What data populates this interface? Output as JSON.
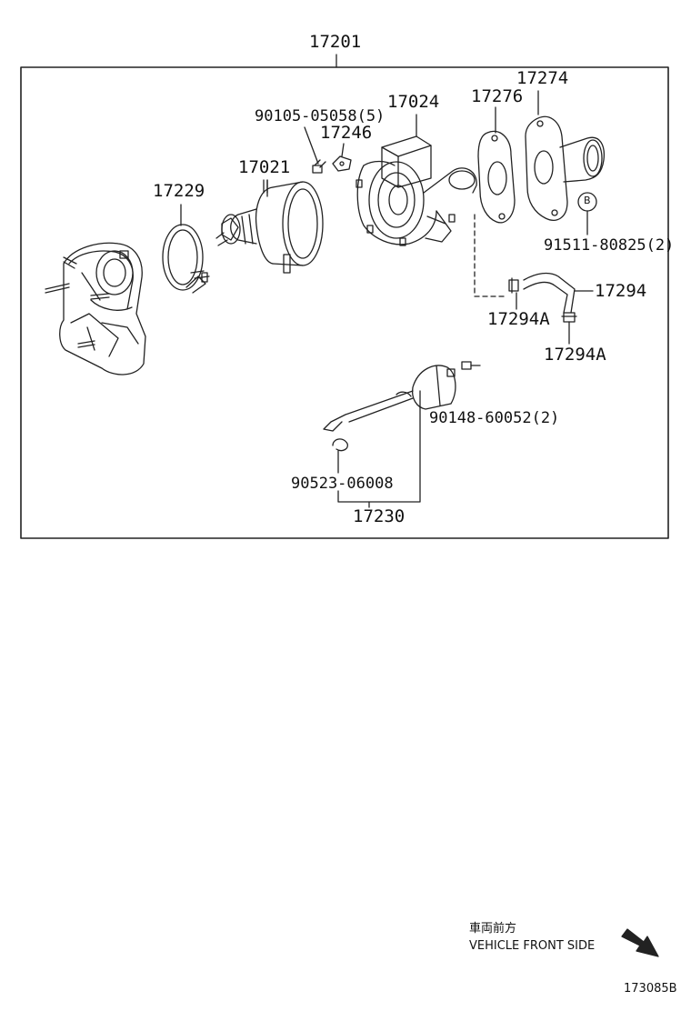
{
  "labels": {
    "assembly": "17201",
    "housing": "17024",
    "gasket_lower": "17276",
    "elbow": "17274",
    "bolt_top": "90105-05058(5)",
    "plate": "17246",
    "cartridge": "17021",
    "clamp": "17229",
    "stud": "91511-80825(2)",
    "hose": "17294",
    "clip_a1": "17294A",
    "clip_a2": "17294A",
    "bolt_actuator": "90148-60052(2)",
    "clip_rod": "90523-06008",
    "actuator": "17230"
  },
  "marker_b": "B",
  "front_note": {
    "jp": "車両前方",
    "en": "VEHICLE FRONT SIDE"
  },
  "figure_code": "173085B"
}
